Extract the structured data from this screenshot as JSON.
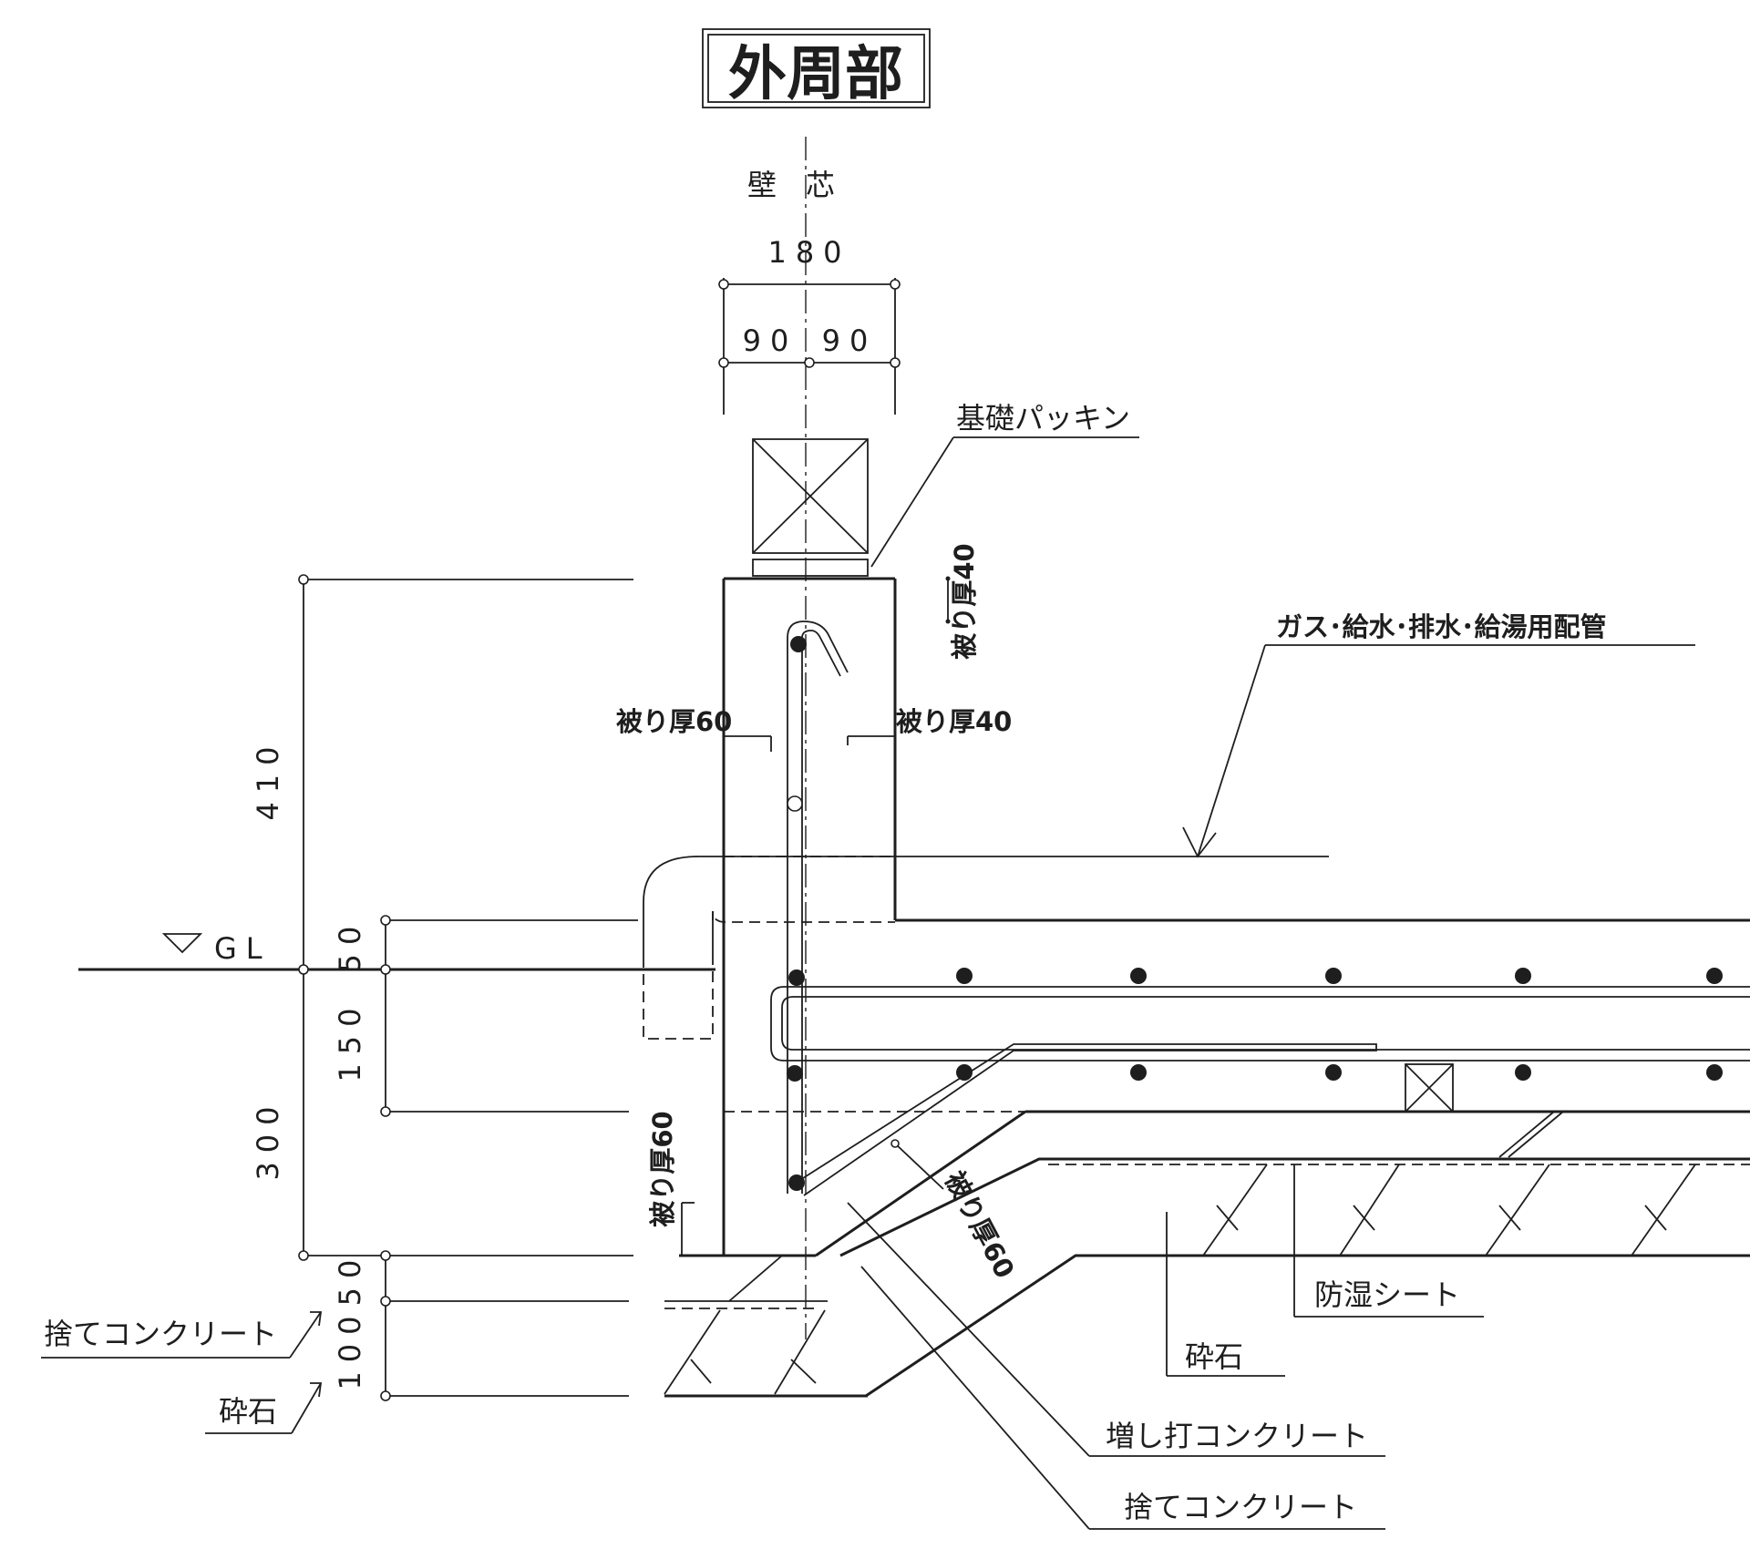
{
  "title": "外周部",
  "wall_center": "壁　芯",
  "dims": {
    "wall_width": "180",
    "half_left": "90",
    "half_right": "90",
    "height_above": "410",
    "d50_upper": "50",
    "d150": "150",
    "d300": "300",
    "d50_lower": "50",
    "d100": "100"
  },
  "ground_level": "GL",
  "labels": {
    "foundation_packing": "基礎パッキン",
    "piping": "ガス･給水･排水･給湯用配管",
    "cover_top": "被り厚40",
    "cover_left": "被り厚60",
    "cover_right": "被り厚40",
    "cover_bottom": "被り厚60",
    "cover_slope": "被り厚60",
    "moisture_sheet": "防湿シート",
    "crushed_stone_right": "砕石",
    "extra_concrete": "増し打コンクリート",
    "lean_concrete_right": "捨てコンクリート",
    "lean_concrete_left": "捨てコンクリート",
    "crushed_stone_left": "砕石"
  }
}
